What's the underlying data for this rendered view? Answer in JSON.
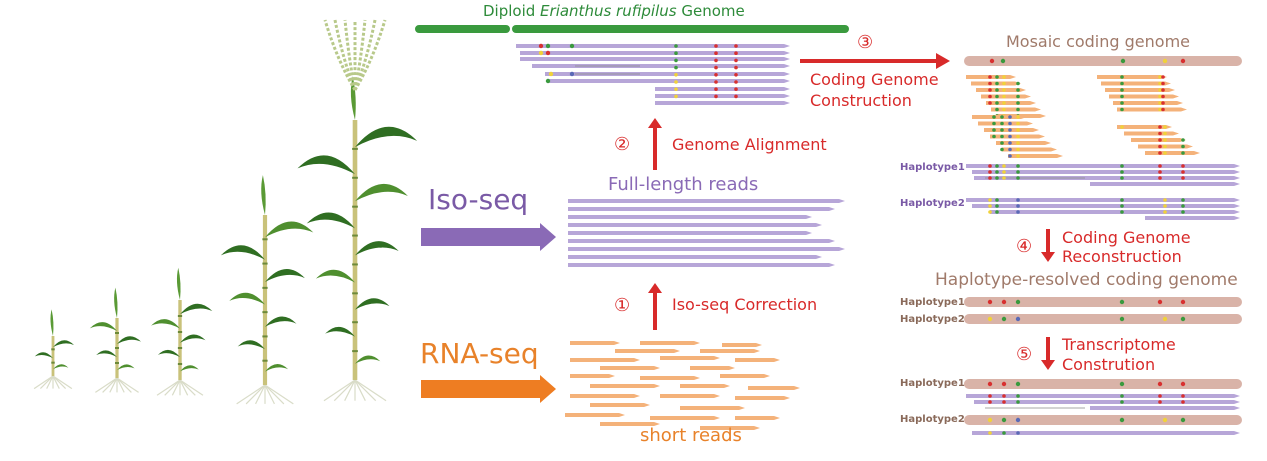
{
  "genome_title": "Diploid Erianthus rufipilus Genome",
  "genome_title_parts": {
    "pre": "Diploid ",
    "italic": "Erianthus rufipilus",
    "post": " Genome"
  },
  "iso_seq": "Iso-seq",
  "rna_seq": "RNA-seq",
  "full_length_reads": "Full-length reads",
  "short_reads": "short reads",
  "steps": {
    "s1": {
      "num": "①",
      "label": "Iso-seq Correction"
    },
    "s2": {
      "num": "②",
      "label": "Genome Alignment"
    },
    "s3": {
      "num": "③",
      "label_line1": "Coding Genome",
      "label_line2": "Construction"
    },
    "s4": {
      "num": "④",
      "label_line1": "Coding Genome",
      "label_line2": "Reconstruction"
    },
    "s5": {
      "num": "⑤",
      "label_line1": "Transcriptome",
      "label_line2": "Constrution"
    }
  },
  "mosaic_title": "Mosaic coding genome",
  "haplotype_resolved_title": "Haplotype-resolved coding genome",
  "haplotype1": "Haplotype1",
  "haplotype2": "Haplotype2",
  "colors": {
    "genome_green": "#3a9a3e",
    "purple": "#b7a6d8",
    "orange": "#f4b27a",
    "brown_bar": "#d9b3a8",
    "red": "#d82a2a",
    "snp_red": "#d83030",
    "snp_green": "#3a9a3e",
    "snp_yellow": "#f0d23a",
    "snp_blue": "#5a6ab6"
  }
}
